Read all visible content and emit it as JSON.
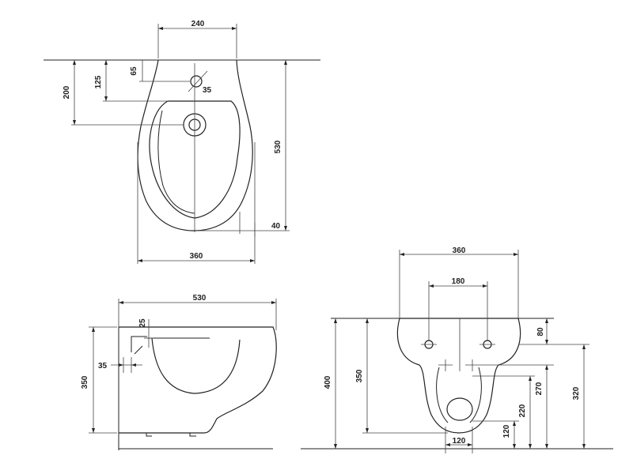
{
  "top_view": {
    "width_top": "240",
    "hole_offset": "65",
    "hole_diameter": "35",
    "hole_to_bowl": "125",
    "drain_depth": "200",
    "overall_length": "530",
    "rim_offset": "40",
    "width": "360"
  },
  "side_view": {
    "length": "530",
    "rim_step": "25",
    "wall_offset": "35",
    "height": "350"
  },
  "front_view": {
    "width": "360",
    "bolt_spacing": "180",
    "bolt_drop": "80",
    "total_height": "400",
    "bowl_height": "350",
    "bolt_height": "320",
    "inlet_height": "270",
    "drain_height": "220",
    "drain_base": "120",
    "drain_width": "120"
  }
}
